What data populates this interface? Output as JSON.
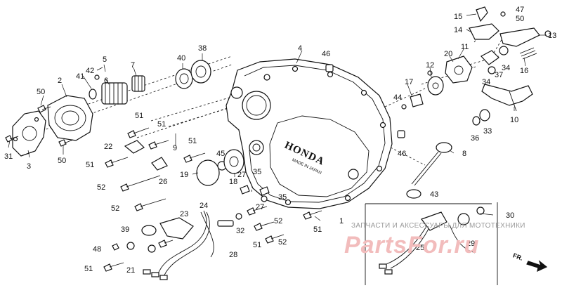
{
  "callouts": [
    {
      "id": "1",
      "text": "1"
    },
    {
      "id": "2",
      "text": "2"
    },
    {
      "id": "3",
      "text": "3"
    },
    {
      "id": "4",
      "text": "4"
    },
    {
      "id": "5",
      "text": "5"
    },
    {
      "id": "6",
      "text": "6"
    },
    {
      "id": "7",
      "text": "7"
    },
    {
      "id": "8",
      "text": "8"
    },
    {
      "id": "9",
      "text": "9"
    },
    {
      "id": "10",
      "text": "10"
    },
    {
      "id": "11",
      "text": "11"
    },
    {
      "id": "12",
      "text": "12"
    },
    {
      "id": "13",
      "text": "13"
    },
    {
      "id": "14",
      "text": "14"
    },
    {
      "id": "15",
      "text": "15"
    },
    {
      "id": "16",
      "text": "16"
    },
    {
      "id": "17",
      "text": "17"
    },
    {
      "id": "18",
      "text": "18"
    },
    {
      "id": "19",
      "text": "19"
    },
    {
      "id": "20",
      "text": "20"
    },
    {
      "id": "21",
      "text": "21"
    },
    {
      "id": "22",
      "text": "22"
    },
    {
      "id": "23",
      "text": "23"
    },
    {
      "id": "24",
      "text": "24"
    },
    {
      "id": "25",
      "text": "25"
    },
    {
      "id": "26",
      "text": "26"
    },
    {
      "id": "27",
      "text": "27"
    },
    {
      "id": "28",
      "text": "28"
    },
    {
      "id": "29",
      "text": "29"
    },
    {
      "id": "30",
      "text": "30"
    },
    {
      "id": "31",
      "text": "31"
    },
    {
      "id": "32",
      "text": "32"
    },
    {
      "id": "33",
      "text": "33"
    },
    {
      "id": "34",
      "text": "34"
    },
    {
      "id": "35",
      "text": "35"
    },
    {
      "id": "36",
      "text": "36"
    },
    {
      "id": "37",
      "text": "37"
    },
    {
      "id": "38",
      "text": "38"
    },
    {
      "id": "39",
      "text": "39"
    },
    {
      "id": "40",
      "text": "40"
    },
    {
      "id": "41",
      "text": "41"
    },
    {
      "id": "42",
      "text": "42"
    },
    {
      "id": "43",
      "text": "43"
    },
    {
      "id": "44",
      "text": "44"
    },
    {
      "id": "45",
      "text": "45"
    },
    {
      "id": "46",
      "text": "46"
    },
    {
      "id": "47",
      "text": "47"
    },
    {
      "id": "48",
      "text": "48"
    },
    {
      "id": "50",
      "text": "50"
    },
    {
      "id": "51",
      "text": "51"
    },
    {
      "id": "52",
      "text": "52"
    }
  ],
  "cover_brand": "HONDA",
  "cover_small_text": "MADE IN JAPAN",
  "direction_label": "FR.",
  "watermark_text": "ЗАПЧАСТИ И АКСЕССУАРЫ ДЛЯ МОТОТЕХНИКИ",
  "watermark_logo": "PartsFor.ru",
  "colors": {
    "line": "#111111",
    "watermark_text": "#9a9a9a",
    "watermark_logo": "#f2bcbc"
  }
}
